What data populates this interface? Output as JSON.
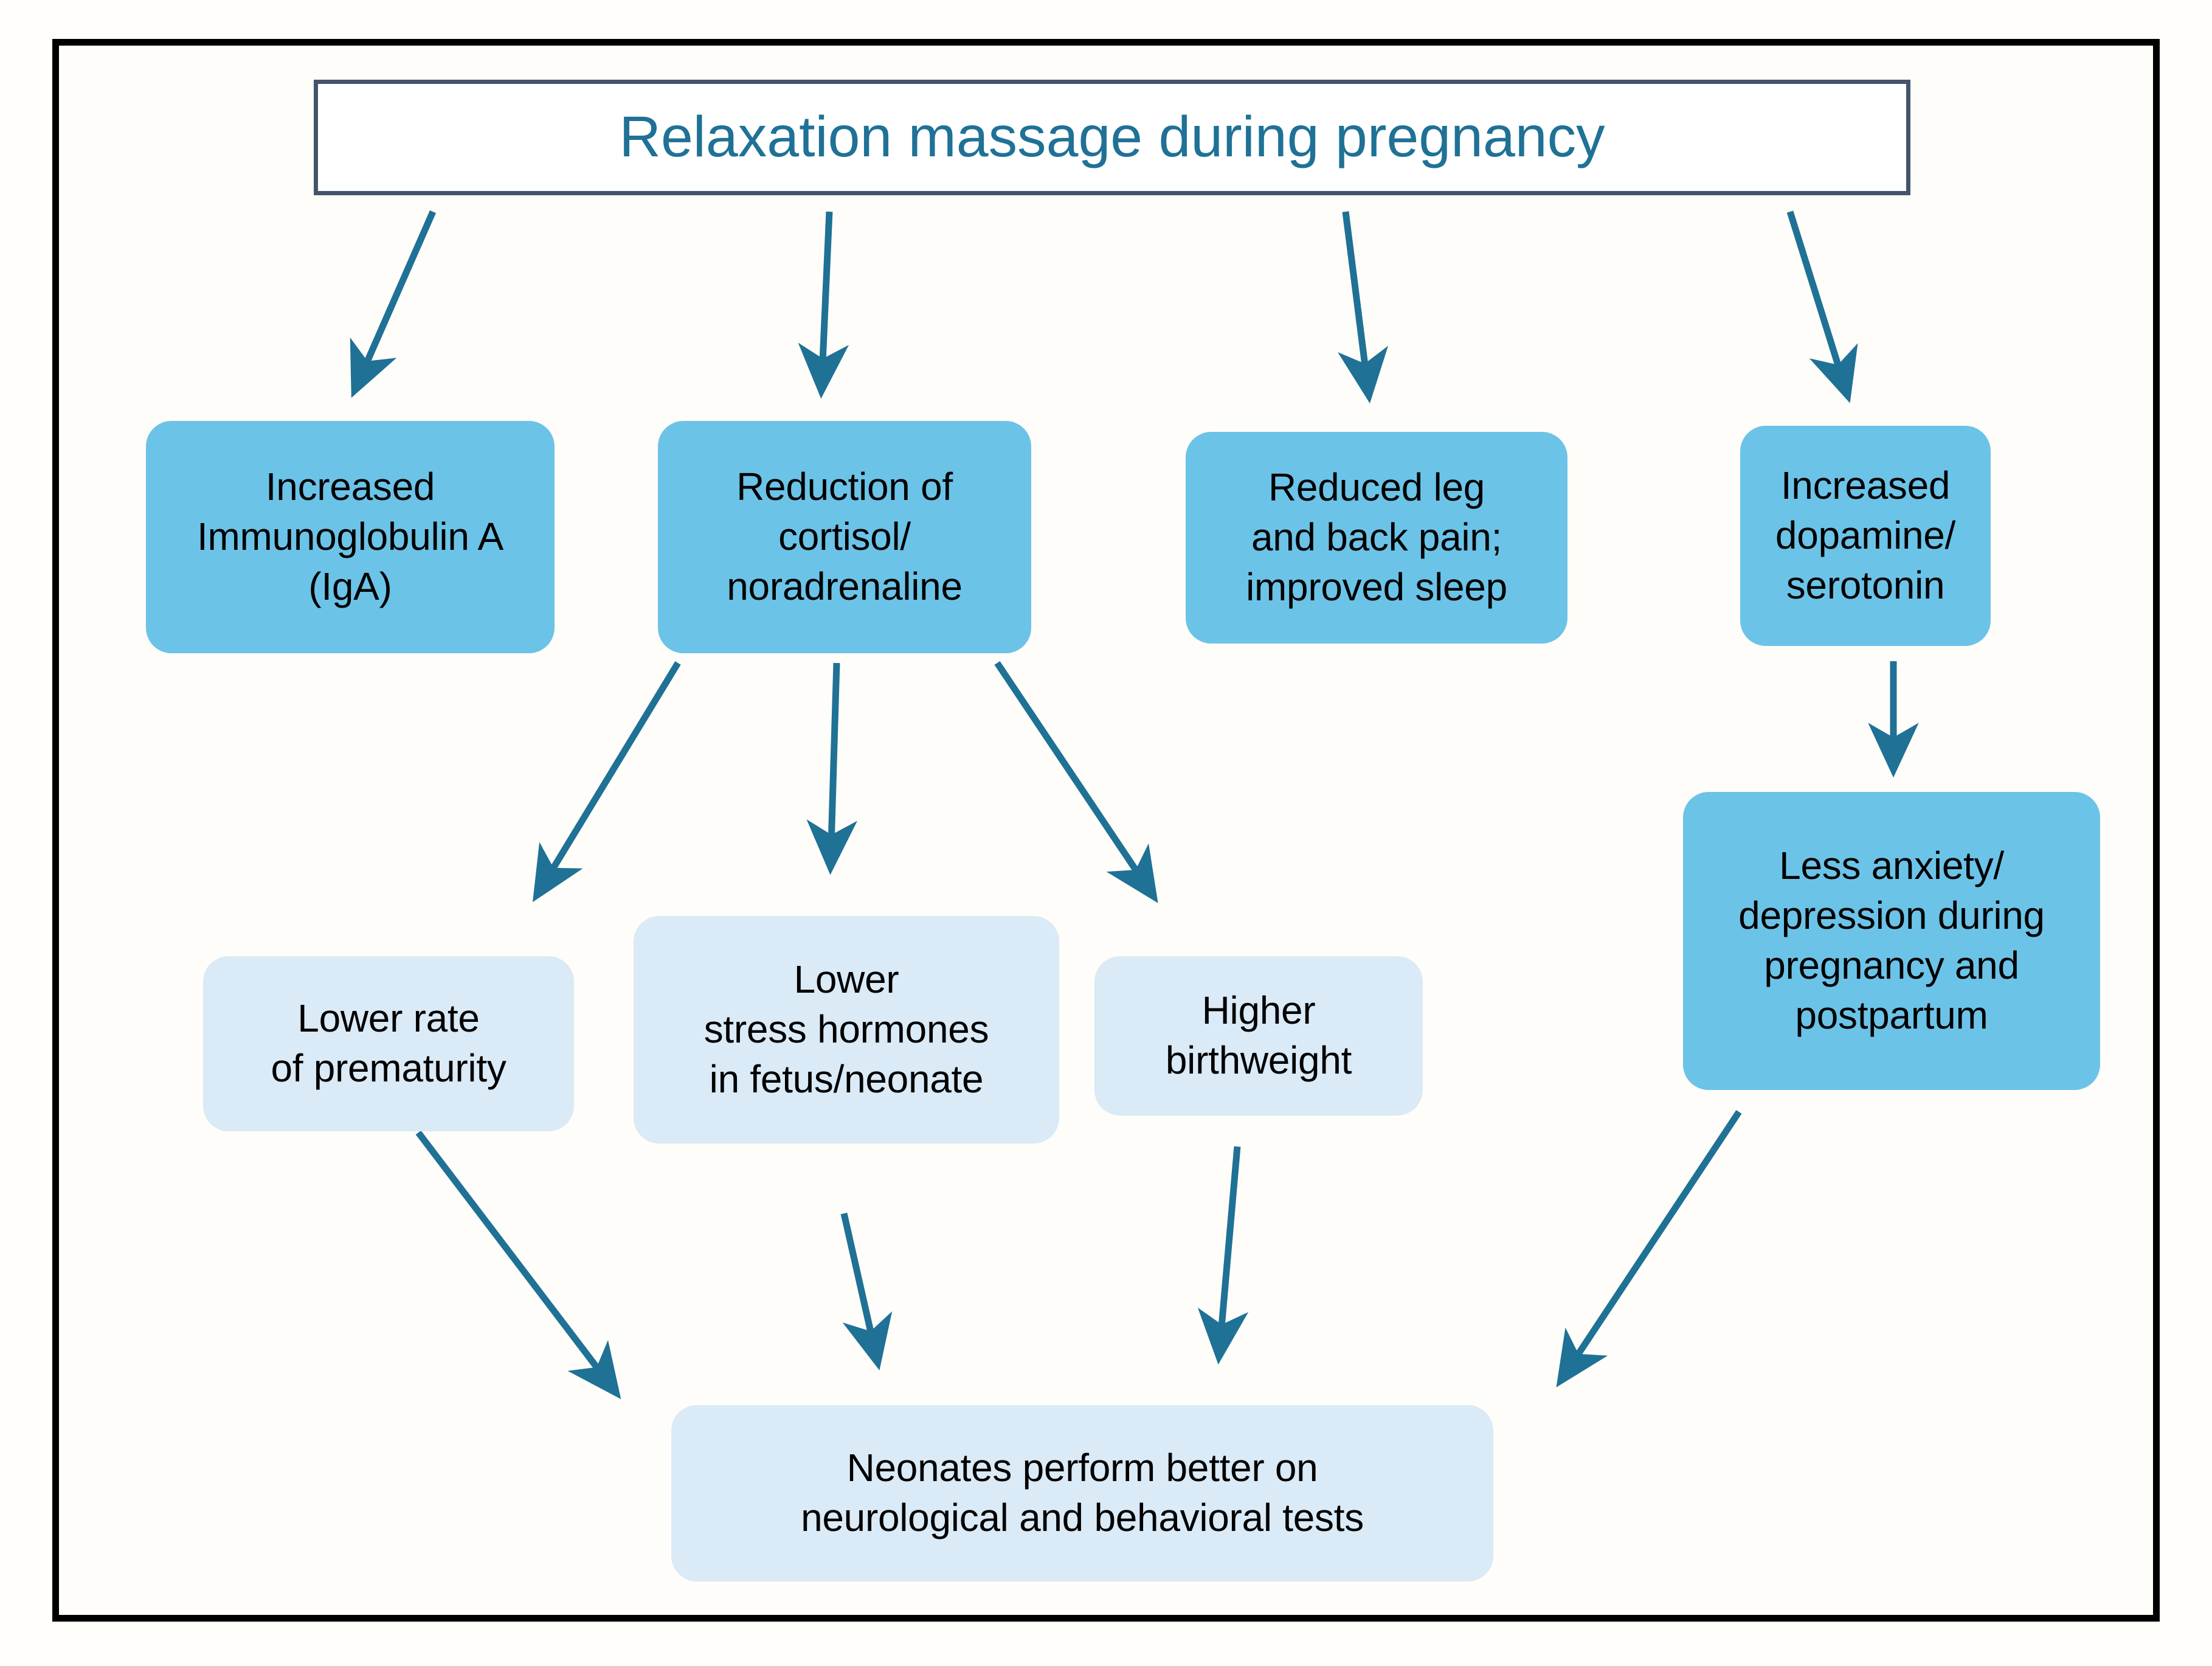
{
  "diagram": {
    "type": "flowchart",
    "title": "Relaxation massage during pregnancy",
    "colors": {
      "accent_arrow": "#1f7196",
      "primary_node_fill": "#6cc3e8",
      "secondary_node_fill": "#daeaf6",
      "title_border": "#44546a",
      "title_text": "#1f7196",
      "frame_border": "#000000",
      "node_text": "#000000",
      "background": "#fffdf9"
    },
    "nodes": {
      "root": "Relaxation massage during pregnancy",
      "iga": "Increased\nImmunoglobulin A\n(IgA)",
      "cortisol": "Reduction of\ncortisol/\nnoradrenaline",
      "pain_sleep": "Reduced leg\nand back pain;\nimproved sleep",
      "dopamine": "Increased\ndopamine/\nserotonin",
      "prematurity": "Lower rate\nof prematurity",
      "stress_hormones": "Lower\nstress hormones\nin fetus/neonate",
      "birthweight": "Higher\nbirthweight",
      "anxiety": "Less anxiety/\ndepression during\npregnancy and\npostpartum",
      "neonates": "Neonates perform better on\nneurological and behavioral tests"
    },
    "edges": [
      {
        "from": "root",
        "to": "iga"
      },
      {
        "from": "root",
        "to": "cortisol"
      },
      {
        "from": "root",
        "to": "pain_sleep"
      },
      {
        "from": "root",
        "to": "dopamine"
      },
      {
        "from": "cortisol",
        "to": "prematurity"
      },
      {
        "from": "cortisol",
        "to": "stress_hormones"
      },
      {
        "from": "cortisol",
        "to": "birthweight"
      },
      {
        "from": "dopamine",
        "to": "anxiety"
      },
      {
        "from": "prematurity",
        "to": "neonates"
      },
      {
        "from": "stress_hormones",
        "to": "neonates"
      },
      {
        "from": "birthweight",
        "to": "neonates"
      },
      {
        "from": "anxiety",
        "to": "neonates"
      }
    ]
  }
}
